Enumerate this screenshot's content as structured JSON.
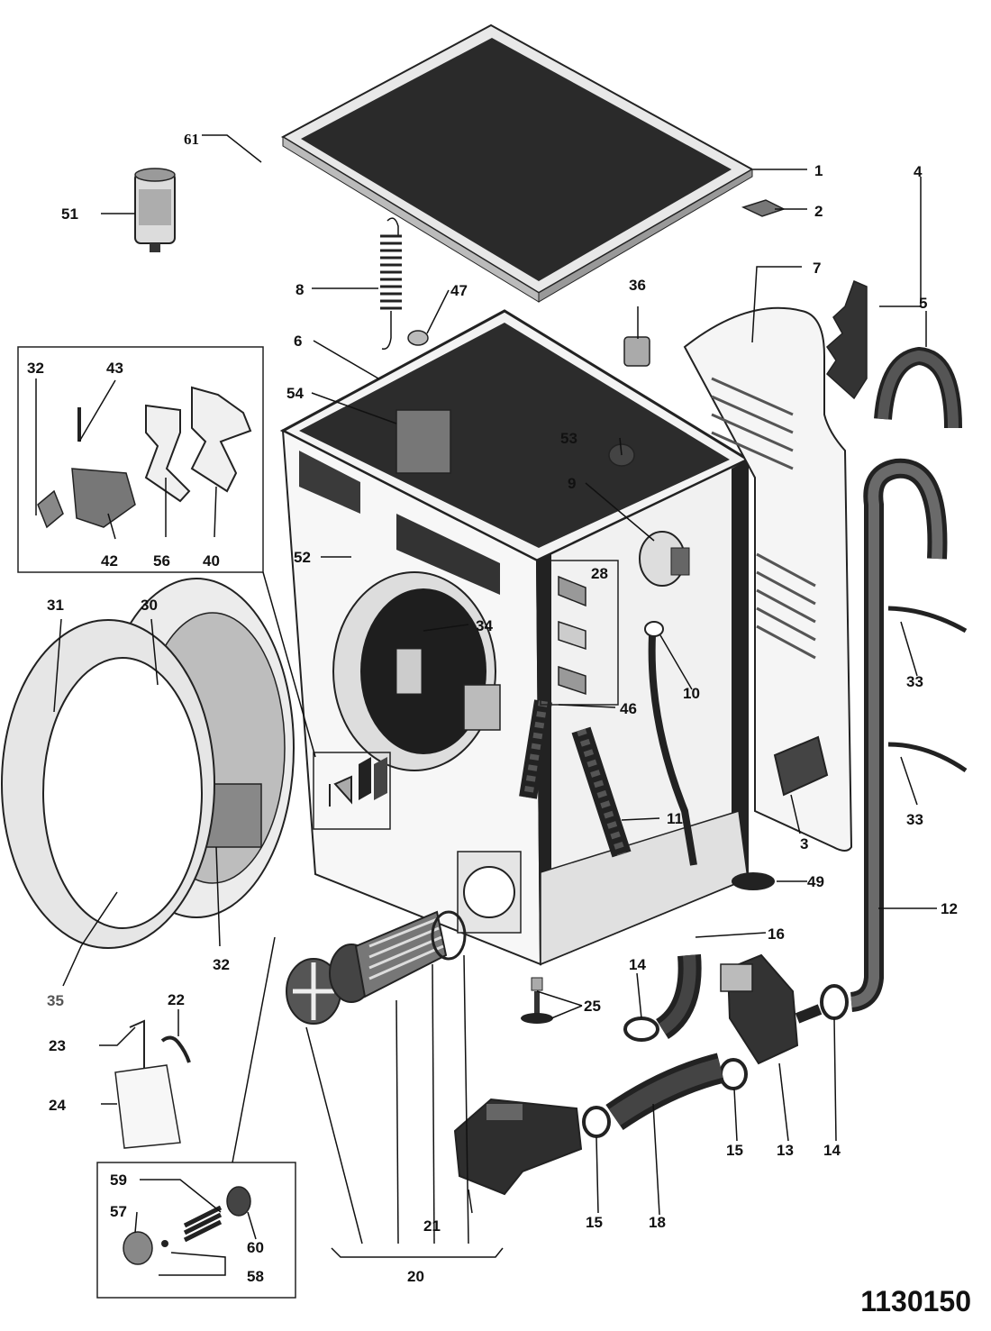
{
  "drawing_number": "1130150",
  "callouts": [
    "1",
    "2",
    "3",
    "4",
    "5",
    "6",
    "7",
    "8",
    "9",
    "10",
    "11",
    "12",
    "13",
    "14",
    "14",
    "15",
    "15",
    "16",
    "18",
    "20",
    "21",
    "22",
    "23",
    "24",
    "25",
    "28",
    "30",
    "31",
    "32",
    "32",
    "32",
    "33",
    "33",
    "34",
    "35",
    "36",
    "40",
    "42",
    "43",
    "46",
    "47",
    "49",
    "51",
    "52",
    "53",
    "54",
    "56",
    "57",
    "58",
    "59",
    "60",
    "61"
  ]
}
